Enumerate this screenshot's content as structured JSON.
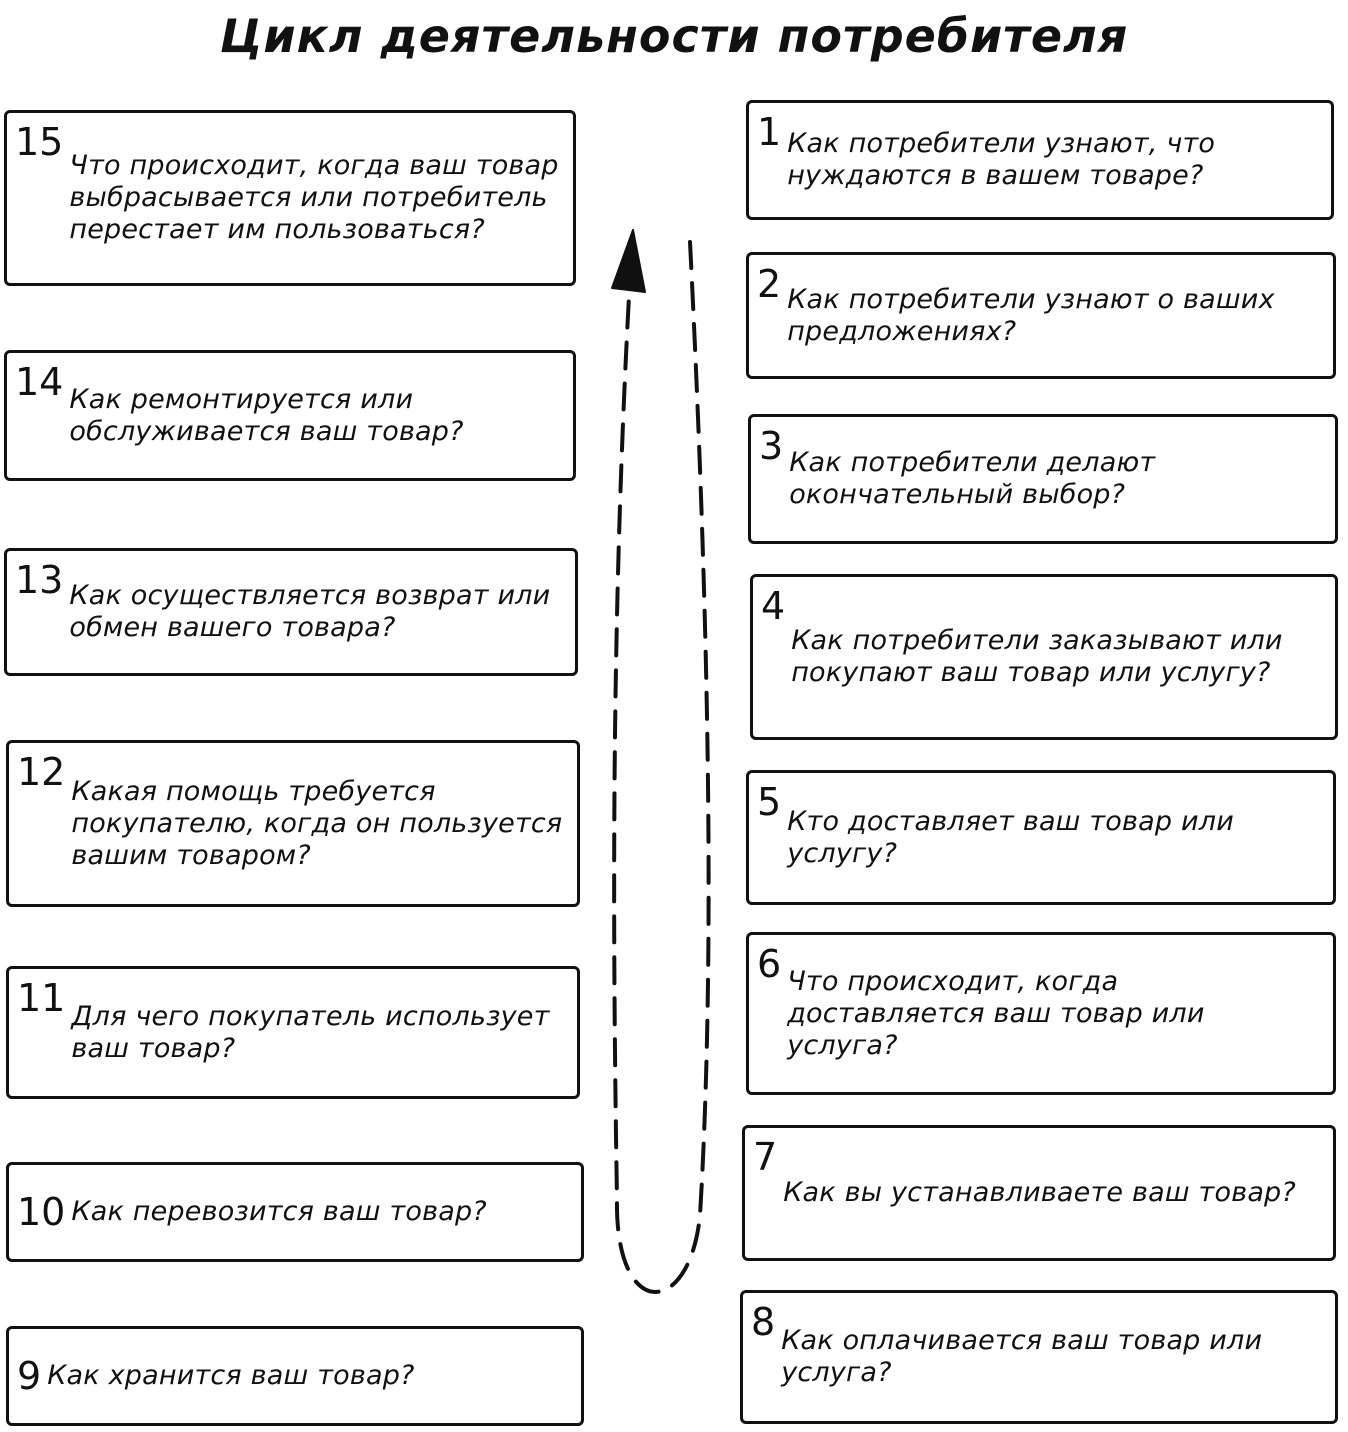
{
  "title": "Цикл деятельности потребителя",
  "steps": [
    {
      "num": "1",
      "text": "Как потребители узнают, что нуждаются в вашем товаре?"
    },
    {
      "num": "2",
      "text": "Как потребители узнают о ваших предложениях?"
    },
    {
      "num": "3",
      "text": "Как потребители делают окончательный выбор?"
    },
    {
      "num": "4",
      "text": "Как потребители заказывают или покупают ваш товар или услугу?"
    },
    {
      "num": "5",
      "text": "Кто доставляет ваш товар или услугу?"
    },
    {
      "num": "6",
      "text": "Что происходит, когда доставляется ваш товар или услуга?"
    },
    {
      "num": "7",
      "text": "Как вы устанавливаете ваш товар?"
    },
    {
      "num": "8",
      "text": "Как оплачивается ваш товар или услуга?"
    },
    {
      "num": "9",
      "text": "Как хранится ваш товар?"
    },
    {
      "num": "10",
      "text": "Как перевозится ваш товар?"
    },
    {
      "num": "11",
      "text": "Для чего покупатель использует ваш товар?"
    },
    {
      "num": "12",
      "text": "Какая помощь требуется покупателю, когда он пользуется вашим товаром?"
    },
    {
      "num": "13",
      "text": "Как осуществляется возврат или обмен вашего товара?"
    },
    {
      "num": "14",
      "text": "Как ремонтируется или обслуживается ваш товар?"
    },
    {
      "num": "15",
      "text": "Что происходит, когда ваш товар выбрасывается или потребитель перестает им пользоваться?"
    }
  ],
  "icons": {
    "cycle_arrow": "dashed-cycle-arrow-icon"
  },
  "colors": {
    "ink": "#111111",
    "paper": "#ffffff"
  }
}
